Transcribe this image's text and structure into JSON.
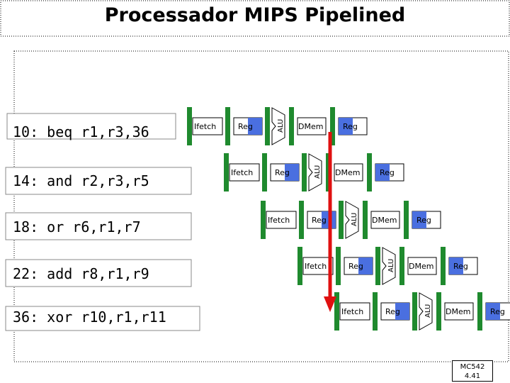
{
  "title": "Processador MIPS Pipelined",
  "badge": {
    "line1": "MC542",
    "line2": "4.41"
  },
  "stages": {
    "ifetch": "Ifetch",
    "reg": "Reg",
    "alu": "ALU",
    "dmem": "DMem"
  },
  "instructions": [
    {
      "text": "10: beq r1,r3,36"
    },
    {
      "text": "14: and r2,r3,r5"
    },
    {
      "text": "18: or  r6,r1,r7"
    },
    {
      "text": "22: add r8,r1,r9"
    },
    {
      "text": "36: xor r10,r1,r11"
    }
  ],
  "colors": {
    "register_bar": "#1f8a2e",
    "register_half": "#4a6fe0",
    "branch_arrow": "#e01010",
    "frame": "#000000"
  }
}
